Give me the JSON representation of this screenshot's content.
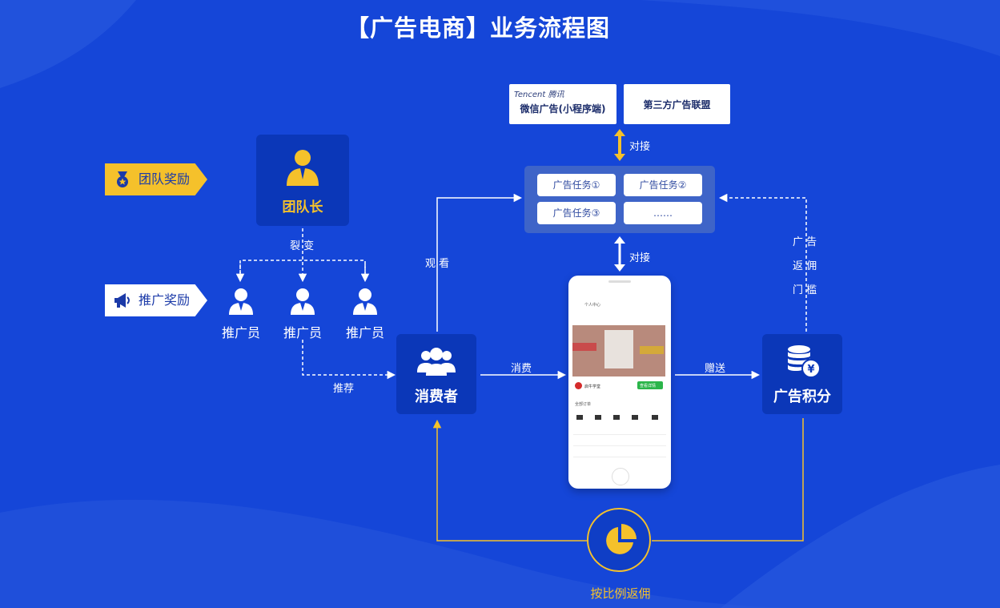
{
  "title": "【广告电商】业务流程图",
  "tags": {
    "team_reward": "团队奖励",
    "promo_reward": "推广奖励"
  },
  "leader": {
    "label": "团队长"
  },
  "fission_label": "裂  变",
  "promoters": [
    "推广员",
    "推广员",
    "推广员"
  ],
  "recommend_label": "推荐",
  "consumer": {
    "label": "消费者"
  },
  "watch_label": "观  看",
  "consume_label": "消费",
  "gift_label": "赠送",
  "points": {
    "label": "广告积分"
  },
  "threshold_label": [
    "广  告",
    "返  佣",
    "门  槛"
  ],
  "dock_label_top": "对接",
  "dock_label_mid": "对接",
  "platforms": {
    "tencent_logo": "Tencent 腾讯",
    "wechat": "微信广告(小程序端)",
    "third_party": "第三方广告联盟"
  },
  "tasks": [
    "广告任务①",
    "广告任务②",
    "广告任务③",
    "……"
  ],
  "ratio_label": "按比例返佣",
  "phone": {
    "header": "个人中心",
    "brand": "启牛学堂",
    "btn": "查看详情",
    "orders": "全部订单"
  },
  "colors": {
    "background": "#1546d8",
    "accent": "#f5c12b",
    "box": "#0b37b8"
  },
  "icons": [
    "medal-icon",
    "megaphone-icon",
    "leader-icon",
    "person-icon",
    "group-icon",
    "coins-icon",
    "pie-chart-icon"
  ]
}
